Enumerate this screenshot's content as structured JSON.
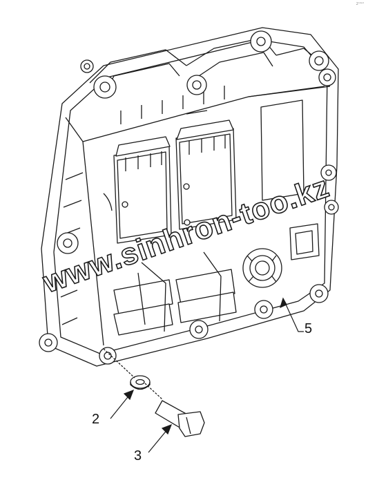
{
  "watermark": {
    "text": "www.sinhron-too.kz"
  },
  "corner_mark": "2ⁿᵈᵉᵈ",
  "callouts": [
    {
      "id": "5",
      "label": "5"
    },
    {
      "id": "2",
      "label": "2"
    },
    {
      "id": "3",
      "label": "3"
    }
  ],
  "colors": {
    "line": "#1a1a1a",
    "background": "#ffffff"
  }
}
